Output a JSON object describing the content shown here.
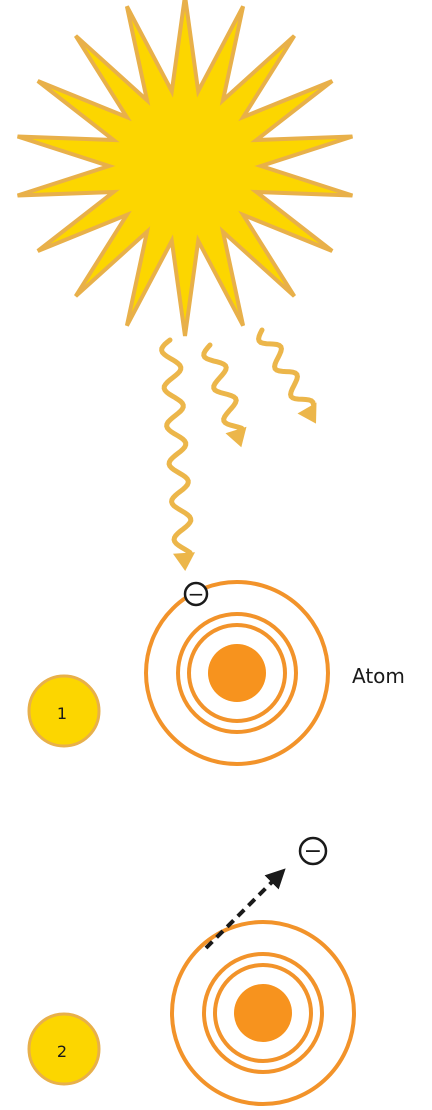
{
  "labels": {
    "atom": "Atom",
    "step_1": "1",
    "step_2": "2",
    "electron_symbol": "−"
  },
  "colors": {
    "sun_fill": "#fcd600",
    "sun_stroke": "#e8b04a",
    "light_wave": "#ecb64a",
    "orbit": "#f2932a",
    "nucleus": "#f7931e",
    "badge_fill": "#fcd600",
    "badge_stroke": "#e8b04a",
    "electron_stroke": "#1a1a1a",
    "ejection_arrow": "#1a1a1a"
  },
  "icons": {
    "sun": "sun-icon",
    "light_wave": "wavy-arrow-icon",
    "electron": "electron-minus-icon",
    "ejection": "dashed-arrow-icon"
  }
}
